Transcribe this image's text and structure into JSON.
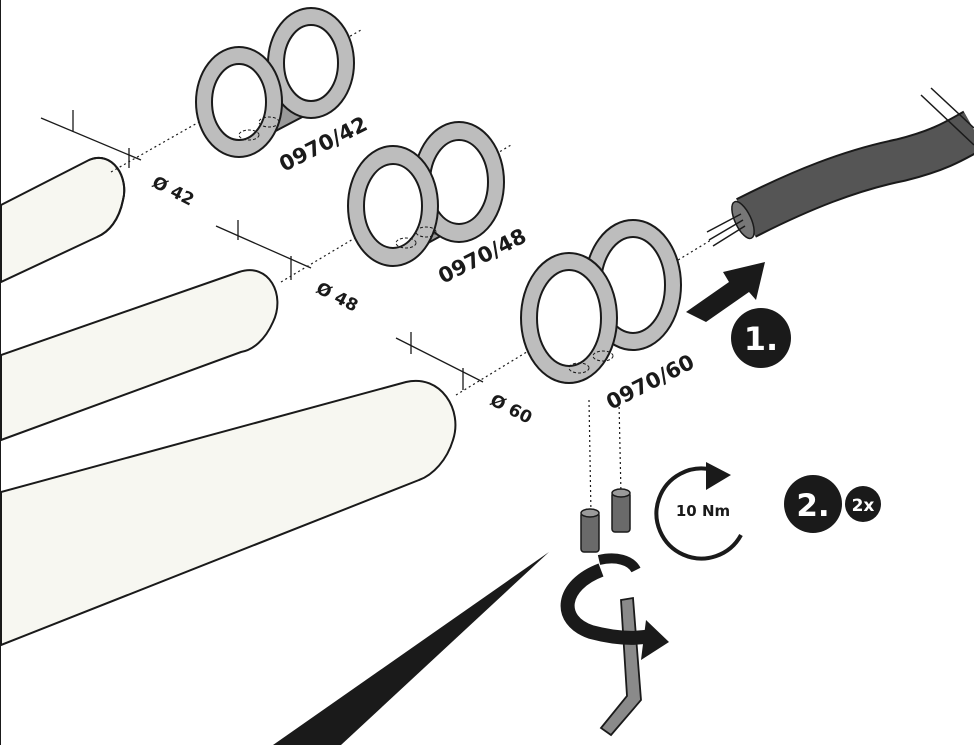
{
  "parts": {
    "ring_42": "0970/42",
    "ring_48": "0970/48",
    "ring_60": "0970/60"
  },
  "diameters": {
    "d42": "Ø 42",
    "d48": "Ø 48",
    "d60": "Ø 60"
  },
  "steps": {
    "step1": "1.",
    "step2": "2.",
    "repeat": "2x"
  },
  "torque": "10 Nm",
  "colors": {
    "ink": "#1a1a1a",
    "ring_fill": "#bdbdbd",
    "tube_fill": "#f7f7f1",
    "cable": "#555555",
    "badge": "#1a1a1a"
  },
  "icons": [
    "rotate-arrow-icon",
    "hex-key-icon",
    "insert-arrow-icon",
    "grub-screw-icon"
  ]
}
